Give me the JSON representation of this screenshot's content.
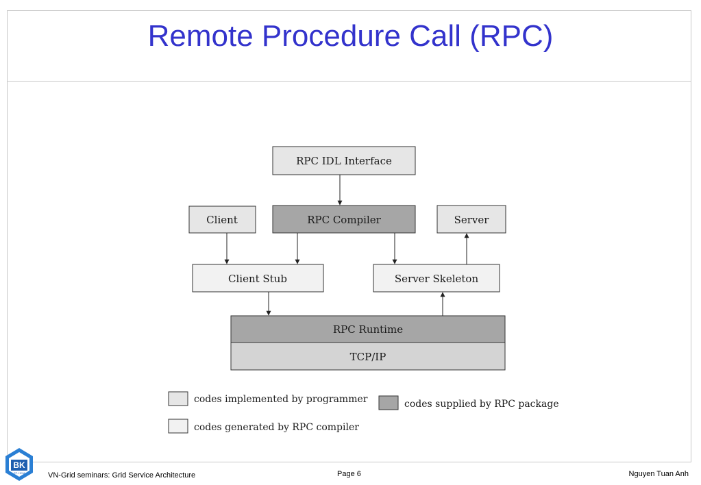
{
  "slide": {
    "title": "Remote Procedure Call (RPC)"
  },
  "diagram": {
    "idl_interface": "RPC IDL Interface",
    "client": "Client",
    "compiler": "RPC Compiler",
    "server": "Server",
    "client_stub": "Client Stub",
    "server_skeleton": "Server Skeleton",
    "runtime": "RPC Runtime",
    "tcpip": "TCP/IP"
  },
  "legend": {
    "programmer": "codes implemented by programmer",
    "package": "codes supplied by RPC package",
    "compiler": "codes generated by RPC compiler"
  },
  "colors": {
    "title": "#3333cc",
    "programmer_fill": "#e6e6e6",
    "package_fill": "#a6a6a6",
    "generated_fill": "#f2f2f2",
    "tcpip_fill": "#d4d4d4"
  },
  "footer": {
    "left": "VN-Grid seminars: Grid Service Architecture",
    "center": "Page 6",
    "right": "Nguyen Tuan Anh",
    "logo_text": "BK",
    "logo_subtext": "TP. HCM"
  }
}
